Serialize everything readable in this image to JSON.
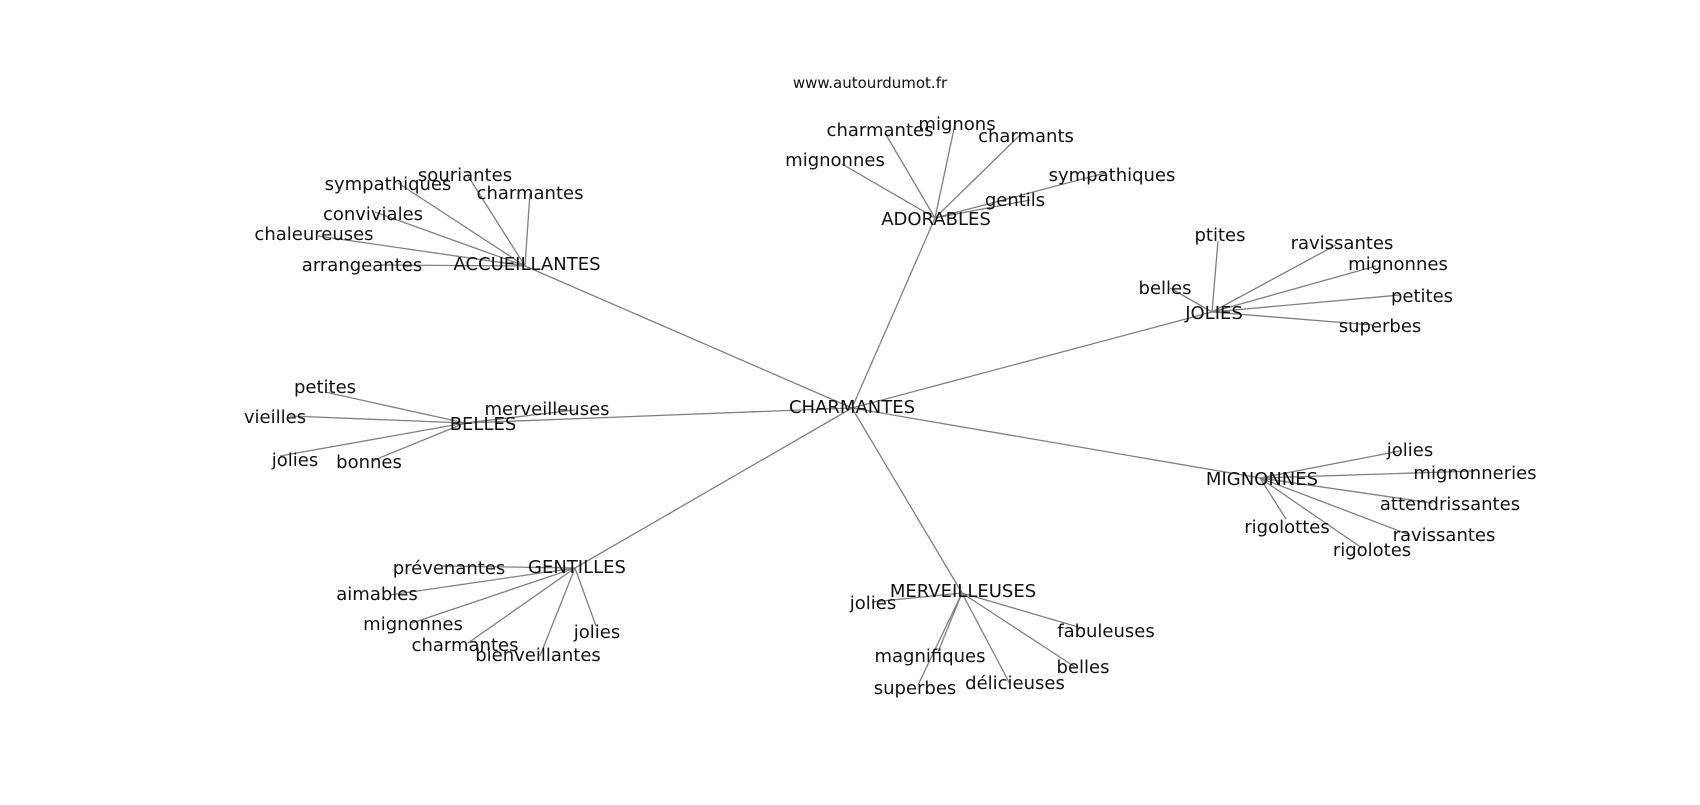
{
  "header": {
    "url": "www.autourdumot.fr"
  },
  "graph": {
    "center": "CHARMANTES",
    "colors": {
      "edge": "#808080",
      "text": "#111111"
    },
    "hubs": [
      {
        "label": "ACCUEILLANTES",
        "leaves": [
          "souriantes",
          "sympathiques",
          "charmantes",
          "conviviales",
          "chaleureuses",
          "arrangeantes"
        ]
      },
      {
        "label": "ADORABLES",
        "leaves": [
          "charmantes",
          "mignons",
          "charmants",
          "mignonnes",
          "sympathiques",
          "gentils"
        ]
      },
      {
        "label": "JOLIES",
        "leaves": [
          "ptites",
          "ravissantes",
          "mignonnes",
          "belles",
          "petites",
          "superbes"
        ]
      },
      {
        "label": "BELLES",
        "leaves": [
          "petites",
          "merveilleuses",
          "vieilles",
          "jolies",
          "bonnes"
        ]
      },
      {
        "label": "MIGNONNES",
        "leaves": [
          "jolies",
          "mignonneries",
          "attendrissantes",
          "rigolottes",
          "ravissantes",
          "rigolotes"
        ]
      },
      {
        "label": "GENTILLES",
        "leaves": [
          "prévenantes",
          "aimables",
          "mignonnes",
          "jolies",
          "charmantes",
          "bienveillantes"
        ]
      },
      {
        "label": "MERVEILLEUSES",
        "leaves": [
          "jolies",
          "fabuleuses",
          "magnifiques",
          "belles",
          "superbes",
          "délicieuses"
        ]
      }
    ]
  }
}
